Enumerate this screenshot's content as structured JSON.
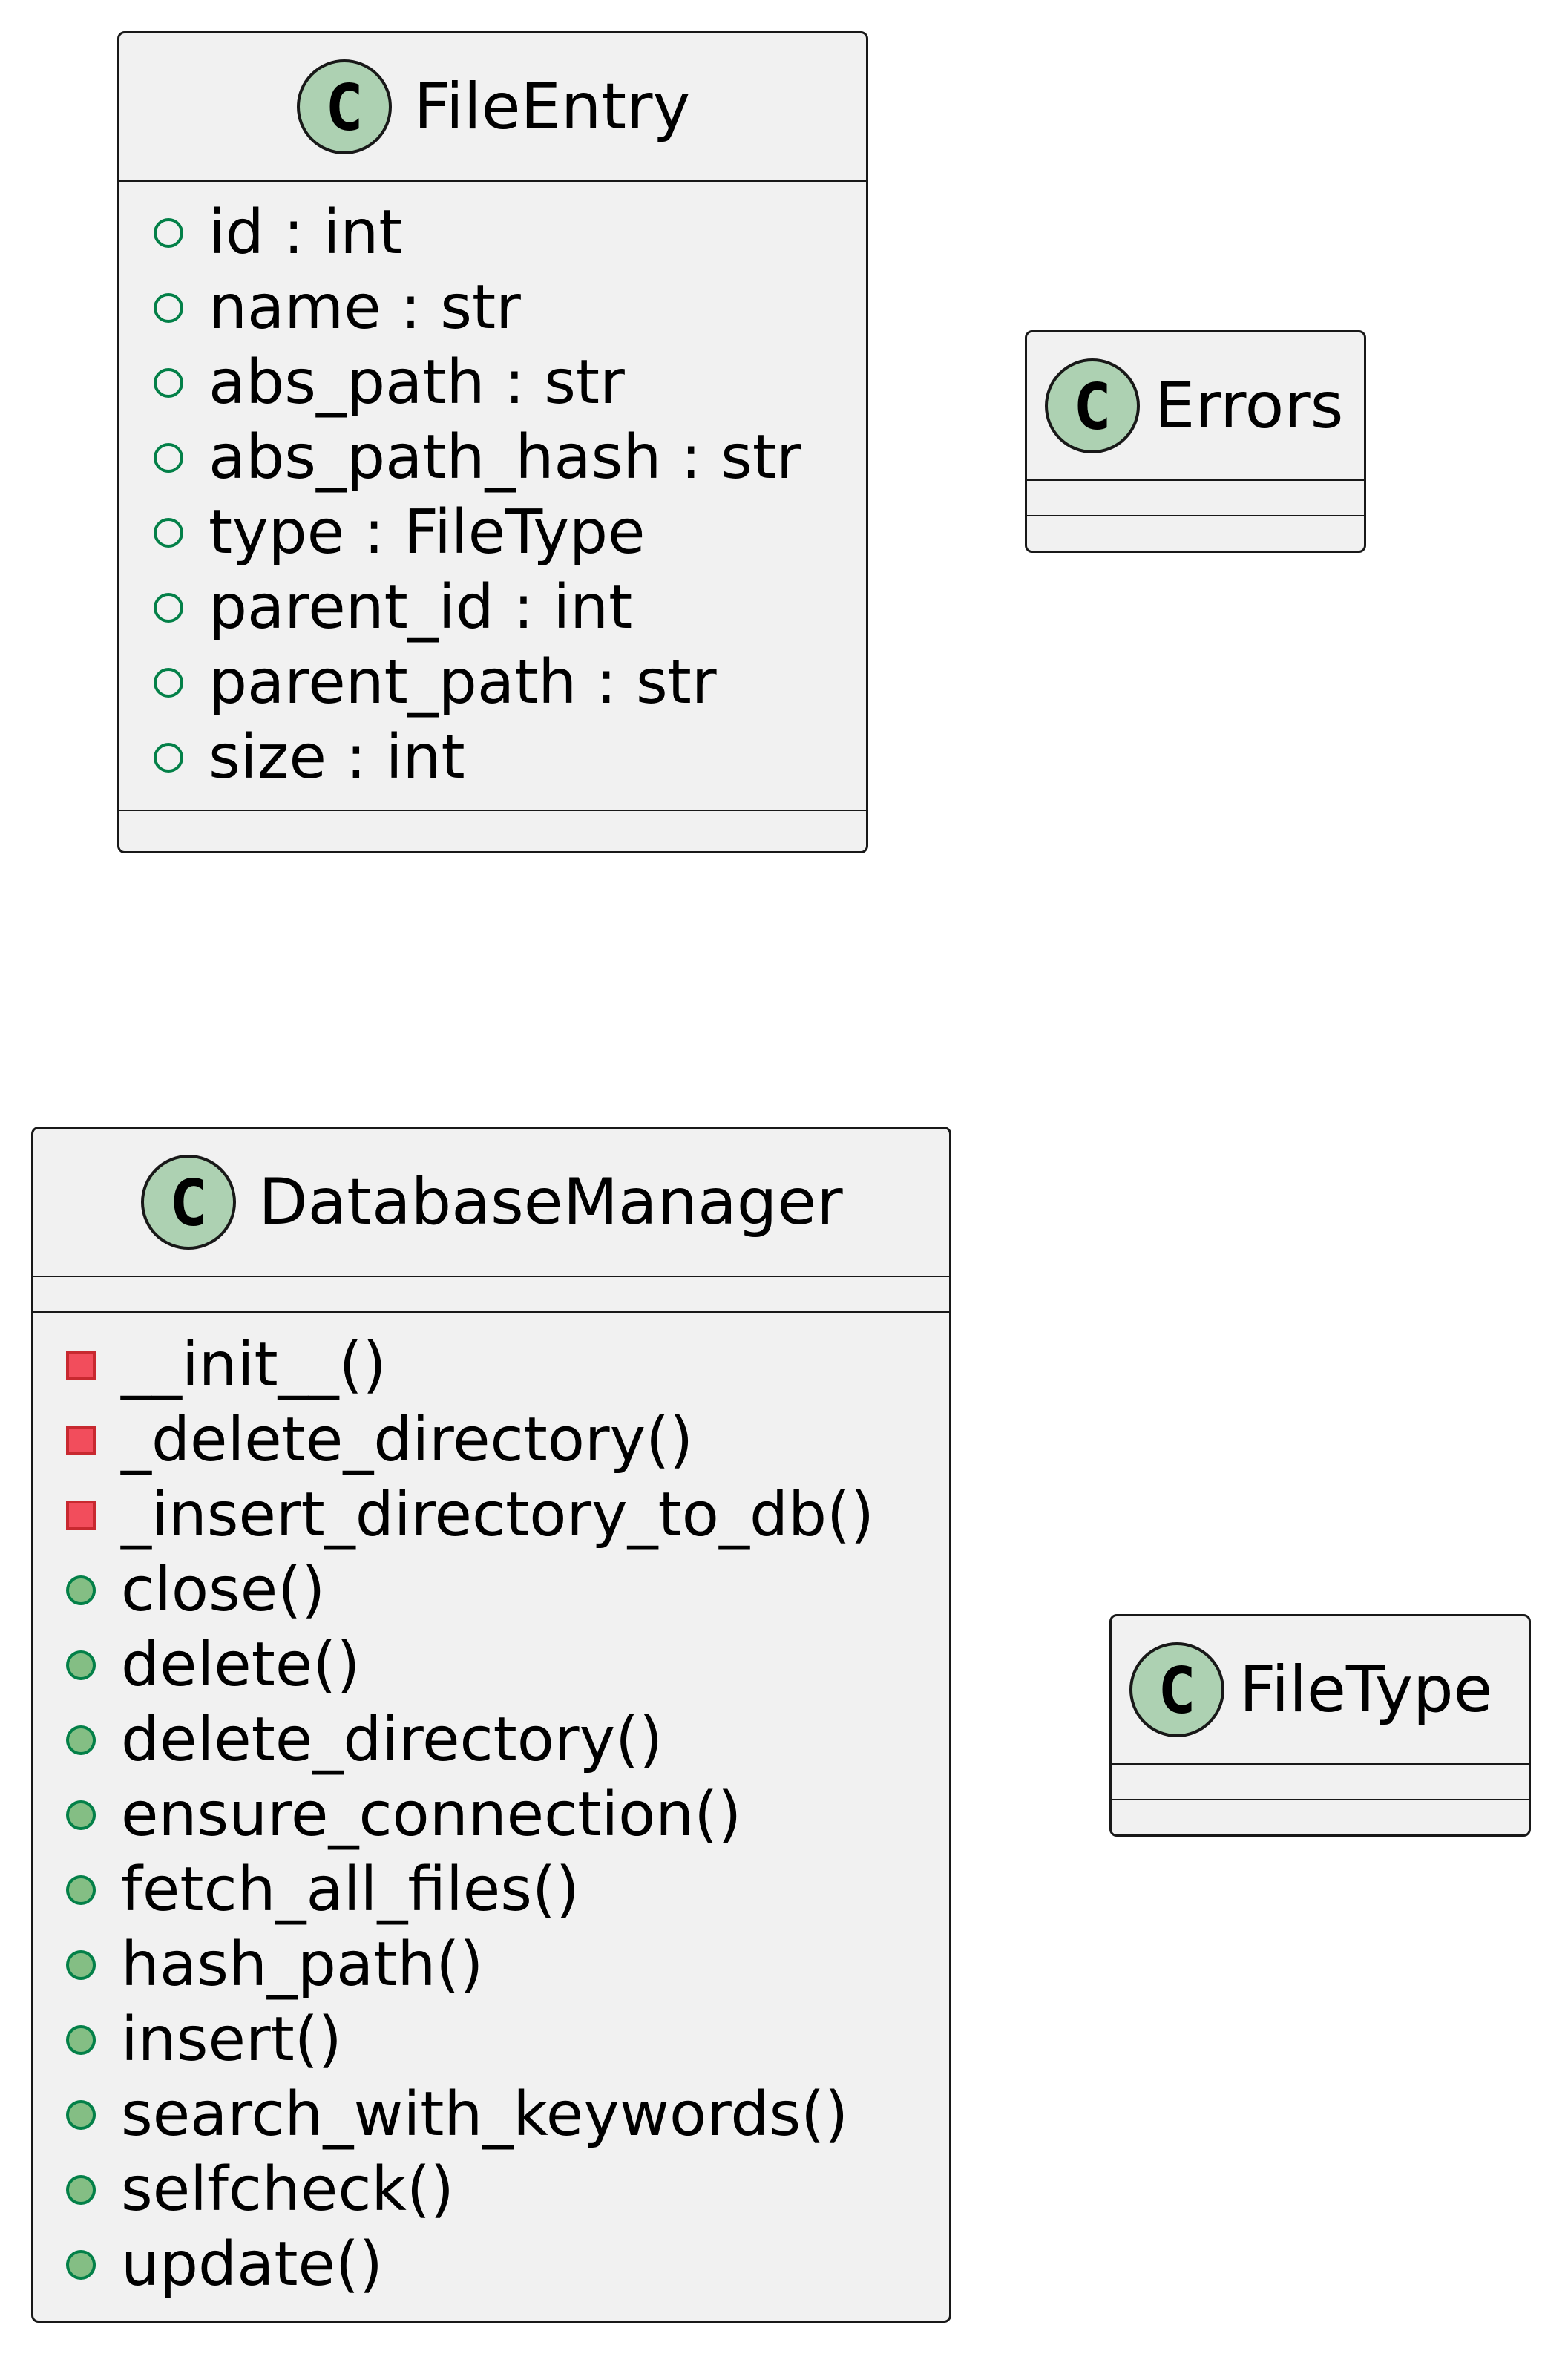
{
  "diagram": {
    "classes": {
      "fileentry": {
        "stereotype_letter": "C",
        "name": "FileEntry",
        "fields": [
          {
            "visibility": "public",
            "text": "id : int"
          },
          {
            "visibility": "public",
            "text": "name : str"
          },
          {
            "visibility": "public",
            "text": "abs_path : str"
          },
          {
            "visibility": "public",
            "text": "abs_path_hash : str"
          },
          {
            "visibility": "public",
            "text": "type : FileType"
          },
          {
            "visibility": "public",
            "text": "parent_id : int"
          },
          {
            "visibility": "public",
            "text": "parent_path : str"
          },
          {
            "visibility": "public",
            "text": "size : int"
          }
        ],
        "methods": []
      },
      "errors": {
        "stereotype_letter": "C",
        "name": "Errors",
        "fields": [],
        "methods": []
      },
      "dbmanager": {
        "stereotype_letter": "C",
        "name": "DatabaseManager",
        "fields": [],
        "methods": [
          {
            "visibility": "private",
            "text": "__init__()"
          },
          {
            "visibility": "private",
            "text": "_delete_directory()"
          },
          {
            "visibility": "private",
            "text": "_insert_directory_to_db()"
          },
          {
            "visibility": "public",
            "text": "close()"
          },
          {
            "visibility": "public",
            "text": "delete()"
          },
          {
            "visibility": "public",
            "text": "delete_directory()"
          },
          {
            "visibility": "public",
            "text": "ensure_connection()"
          },
          {
            "visibility": "public",
            "text": "fetch_all_files()"
          },
          {
            "visibility": "public",
            "text": "hash_path()"
          },
          {
            "visibility": "public",
            "text": "insert()"
          },
          {
            "visibility": "public",
            "text": "search_with_keywords()"
          },
          {
            "visibility": "public",
            "text": "selfcheck()"
          },
          {
            "visibility": "public",
            "text": "update()"
          }
        ]
      },
      "filetype": {
        "stereotype_letter": "C",
        "name": "FileType",
        "fields": [],
        "methods": []
      }
    },
    "colors": {
      "class_fill": "#f1f1f1",
      "border": "#181818",
      "class_icon_fill": "#add1b2",
      "public_field_stroke": "#038048",
      "public_method_fill": "#84be84",
      "private_method_fill": "#f24d5c",
      "private_method_stroke": "#c82930"
    },
    "icons": {
      "class": "class-c-icon",
      "public_field": "public-field-circle-icon",
      "public_method": "public-method-circle-icon",
      "private_method": "private-method-square-icon"
    }
  }
}
